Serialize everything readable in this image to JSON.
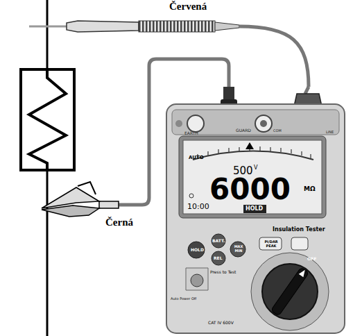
{
  "diagram": {
    "labels": [
      "Červená",
      "Černá",
      "EARTH",
      "GUARD",
      "COM",
      "LINE",
      "AUTO",
      "500",
      "V",
      "6000",
      "MΩ",
      "10:00",
      "HOLD",
      "Insulation Tester",
      "HOLD",
      "BATT.",
      "REL",
      "MAX MIN",
      "PI/DAR PEAK",
      "OFF",
      "Press to Test",
      "Auto Power Off",
      "CAT IV 600V"
    ]
  }
}
